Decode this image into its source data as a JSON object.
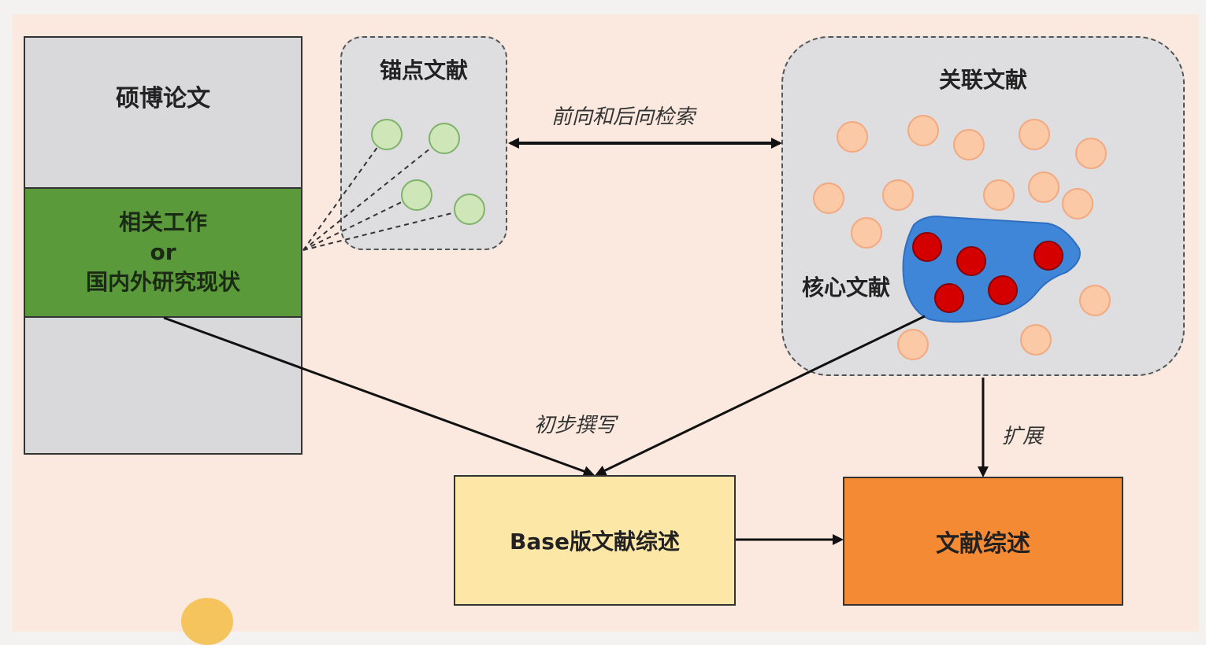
{
  "thesis": {
    "title": "硕博论文"
  },
  "related_work": {
    "line1": "相关工作",
    "line2": "or",
    "line3": "国内外研究现状"
  },
  "anchor": {
    "title": "锚点文献"
  },
  "associated": {
    "title": "关联文献",
    "core_label": "核心文献"
  },
  "edges": {
    "forward_backward": "前向和后向检索",
    "preliminary": "初步撰写",
    "expand": "扩展"
  },
  "boxes": {
    "base_review": "Base版文献综述",
    "final_review": "文献综述"
  },
  "colors": {
    "background": "#fbe9df",
    "thesis_fill": "#d9d9dc",
    "related_fill": "#5b9a3b",
    "anchor_node": "#cfe6b8",
    "associated_node": "#fbc9a6",
    "core_region": "#3f86d8",
    "core_node": "#d40000",
    "base_fill": "#fde7a7",
    "review_fill": "#f58a34"
  }
}
